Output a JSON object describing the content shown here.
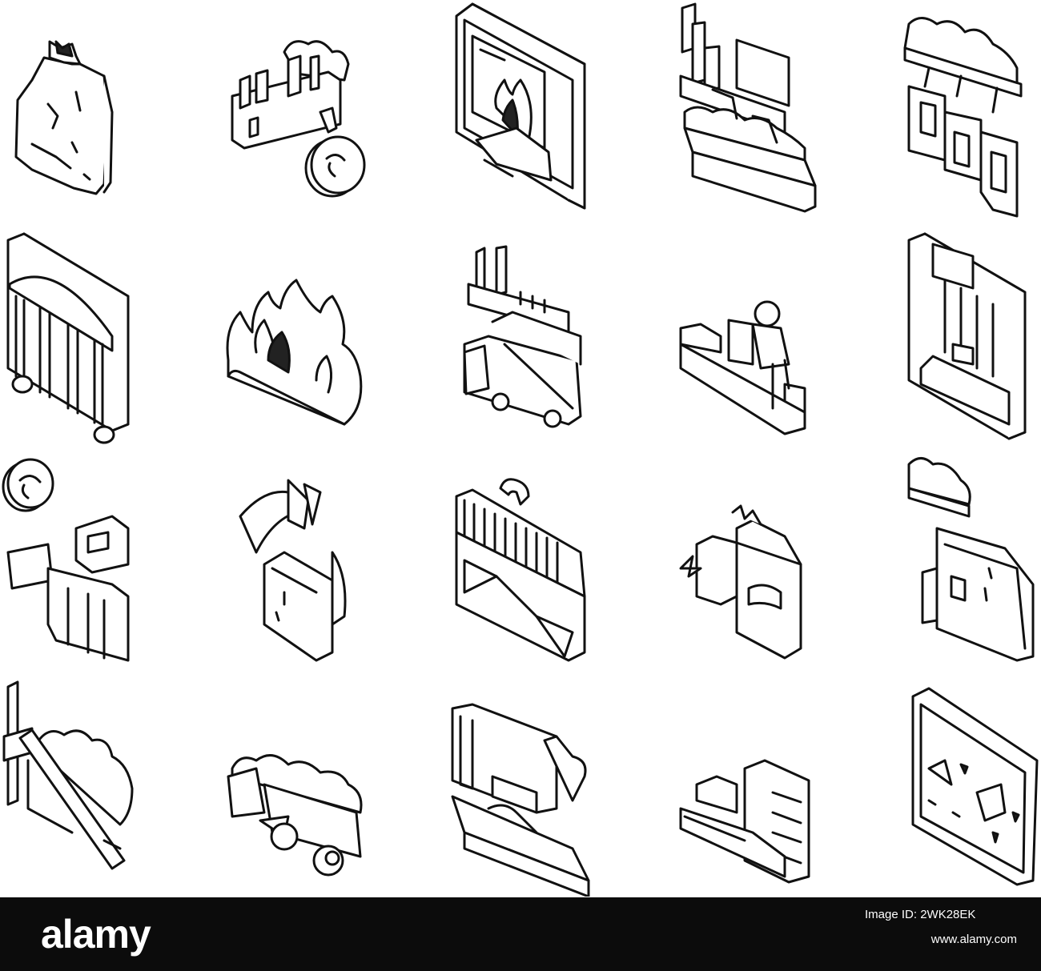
{
  "colors": {
    "background": "#ffffff",
    "line": "#111111",
    "footer": "#0c0c0c",
    "footer_text": "#ffffff"
  },
  "icons": [
    "garbage-bag-icon",
    "factory-emission-recycle-icon",
    "furnace-fire-icon",
    "incinerator-plant-icon",
    "smoke-filter-units-icon",
    "radiator-heater-icon",
    "burning-fire-icon",
    "garbage-truck-plant-icon",
    "waste-sorting-worker-icon",
    "press-machine-icon",
    "recycling-machine-icon",
    "crane-claw-grab-icon",
    "bunker-crane-icon",
    "shredder-machine-icon",
    "ash-container-icon",
    "conveyor-belt-icon",
    "waste-truck-icon",
    "waste-bunker-icon",
    "industrial-building-icon",
    "crushed-waste-slab-icon"
  ],
  "footer": {
    "logo": "alamy",
    "image_id_label": "Image ID:",
    "image_id": "2WK28EK",
    "url": "www.alamy.com"
  }
}
